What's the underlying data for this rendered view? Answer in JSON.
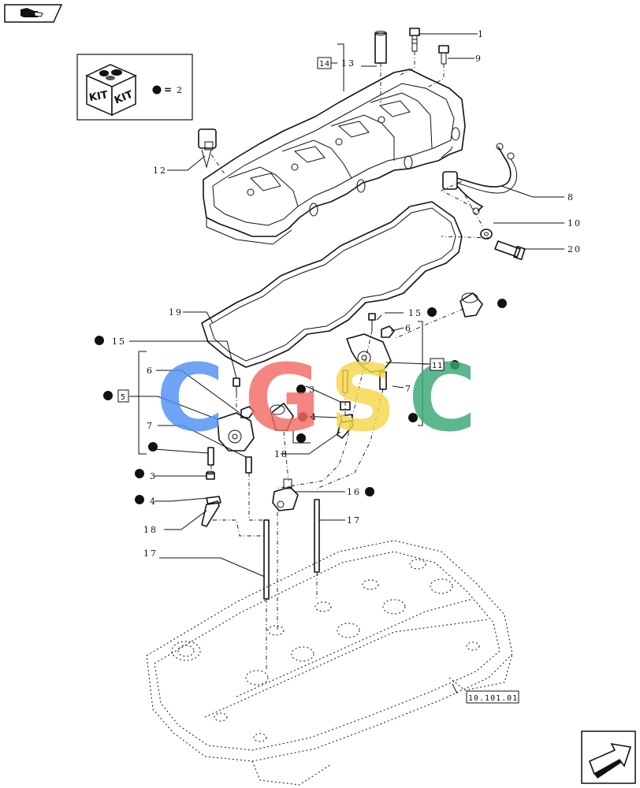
{
  "kit_legend": {
    "kit_text_1": "KIT",
    "kit_text_2": "KIT",
    "equals": "=",
    "value": "2"
  },
  "watermark": {
    "letters": [
      "C",
      "G",
      "S",
      "C"
    ],
    "colors": [
      "#4f8ff5",
      "#f26b63",
      "#f6d64a",
      "#3aa876"
    ]
  },
  "labels": {
    "l1": "1",
    "l9": "9",
    "l13": "13",
    "l14": "14",
    "l12": "12",
    "l8": "8",
    "l10": "10",
    "l20": "20",
    "l19": "19",
    "l15a": "15",
    "l6a": "6",
    "l11": "11",
    "l7a": "7",
    "l15b": "15",
    "l6b": "6",
    "l5": "5",
    "l7b": "7",
    "l3a": "3",
    "l4a": "4",
    "l18a": "18",
    "l3b": "3",
    "l4b": "4",
    "l18b": "18",
    "l16": "16",
    "l17a": "17",
    "l17b": "17",
    "ref": "10.101.01"
  },
  "icons": {
    "top_left": "book-hand-icon",
    "bottom_right": "next-page-arrow-icon",
    "kit_bullet": "bullet-dot-icon"
  }
}
